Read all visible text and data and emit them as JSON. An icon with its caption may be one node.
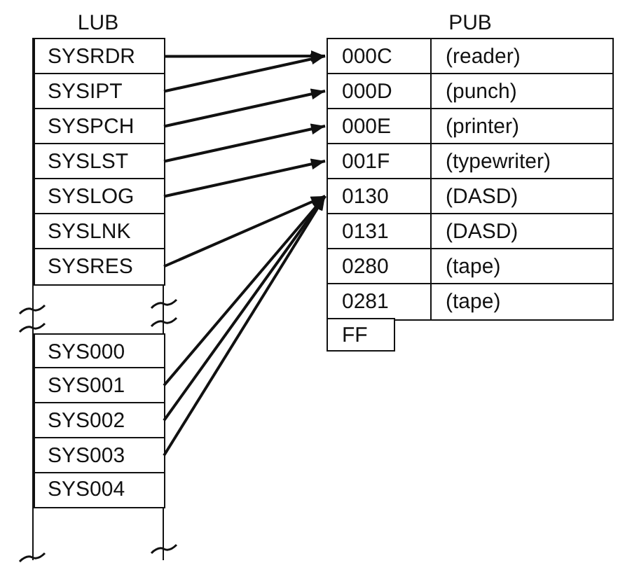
{
  "diagram": {
    "nodes": [
      {
        "text": [
          "LUB"
        ]
      },
      {
        "text": [
          "SYSRDR"
        ],
        "in": 0
      },
      {
        "text": [
          "SYSIPT"
        ],
        "in": 0
      },
      {
        "text": [
          "SYSPCH"
        ],
        "in": 0
      },
      {
        "text": [
          "SYSLST"
        ],
        "in": 0
      },
      {
        "text": [
          "SYSLOG"
        ],
        "in": 0
      },
      {
        "text": [
          "SYSLNK"
        ],
        "in": 0
      },
      {
        "text": [
          "SYSRES"
        ],
        "in": 0
      },
      {
        "text": [
          "SYS000"
        ],
        "in": 0
      },
      {
        "text": [
          "SYS001"
        ],
        "in": 0
      },
      {
        "text": [
          "SYS002"
        ],
        "in": 0
      },
      {
        "text": [
          "SYS003"
        ],
        "in": 0
      },
      {
        "text": [
          "SYS004"
        ],
        "in": 0
      },
      {
        "text": [
          "PUB"
        ]
      },
      {
        "text": [
          "000C",
          "(reader)"
        ],
        "in": 13
      },
      {
        "text": [
          "000D",
          "(punch)"
        ],
        "in": 13
      },
      {
        "text": [
          "000E",
          "(printer)"
        ],
        "in": 13
      },
      {
        "text": [
          "001F",
          "(typewriter)"
        ],
        "in": 13
      },
      {
        "text": [
          "0130",
          "(DASD)"
        ],
        "in": 13
      },
      {
        "text": [
          "0131",
          "(DASD)"
        ],
        "in": 13
      },
      {
        "text": [
          "0280",
          "(tape)"
        ],
        "in": 13
      },
      {
        "text": [
          "0281",
          "(tape)"
        ],
        "in": 13
      },
      {
        "text": [
          "FF"
        ],
        "in": 13
      }
    ],
    "edges": [
      {
        "from": 1,
        "to": 14,
        "arrow": "to"
      },
      {
        "from": 2,
        "to": 14,
        "arrow": "to"
      },
      {
        "from": 3,
        "to": 15,
        "arrow": "to"
      },
      {
        "from": 4,
        "to": 16,
        "arrow": "to"
      },
      {
        "from": 5,
        "to": 17,
        "arrow": "to"
      },
      {
        "from": 7,
        "to": 18,
        "arrow": "to"
      },
      {
        "from": 9,
        "to": 18,
        "arrow": "to"
      },
      {
        "from": 10,
        "to": 18,
        "arrow": "to"
      },
      {
        "from": 11,
        "to": 18,
        "arrow": "to"
      }
    ]
  }
}
